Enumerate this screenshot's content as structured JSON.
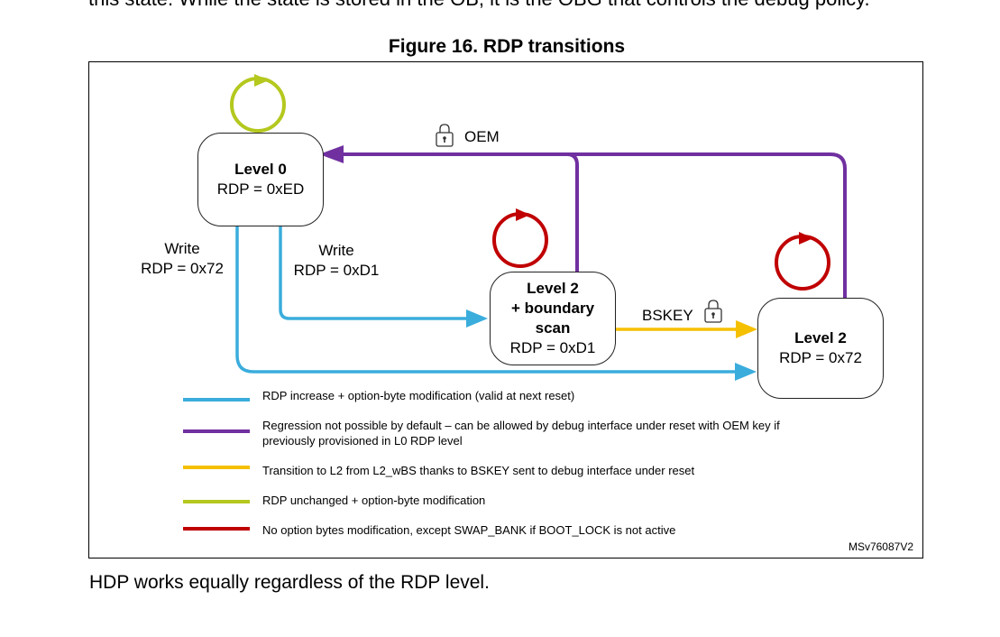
{
  "page": {
    "top_text": "this state. While the state is stored in the OB, it is the OBG that controls the debug policy.",
    "figure_title": "Figure 16. RDP transitions",
    "bottom_text": "HDP works equally regardless of the RDP level."
  },
  "diagram": {
    "nodes": {
      "level0": {
        "title": "Level 0",
        "rdp": "RDP = 0xED"
      },
      "level2bs": {
        "line1": "Level 2",
        "line2": "+ boundary",
        "line3": "scan",
        "rdp": "RDP = 0xD1"
      },
      "level2": {
        "title": "Level 2",
        "rdp": "RDP = 0x72"
      }
    },
    "edges": {
      "write72": {
        "line1": "Write",
        "line2": "RDP = 0x72"
      },
      "writeD1": {
        "line1": "Write",
        "line2": "RDP = 0xD1"
      },
      "oem": "OEM",
      "bskey": "BSKEY"
    },
    "legend": [
      {
        "color": "#3aaddc",
        "text": "RDP increase  + option-byte modification (valid at next reset)"
      },
      {
        "color": "#7030a0",
        "text": "Regression not possible by default – can be allowed by debug interface under reset with OEM key if",
        "text2": "previously provisioned in L0 RDP level"
      },
      {
        "color": "#f5c000",
        "text": "Transition to L2 from L2_wBS thanks to BSKEY sent to debug interface under reset"
      },
      {
        "color": "#b4c81e",
        "text": "RDP unchanged + option-byte modification"
      },
      {
        "color": "#c00000",
        "text": "No option bytes modification, except SWAP_BANK if BOOT_LOCK is not active"
      }
    ],
    "code": "MSv76087V2",
    "colors": {
      "blue": "#3aaddc",
      "purple": "#7030a0",
      "yellow": "#f5c000",
      "olive": "#b4c81e",
      "red": "#c00000"
    },
    "icons": [
      "lock-icon"
    ]
  }
}
